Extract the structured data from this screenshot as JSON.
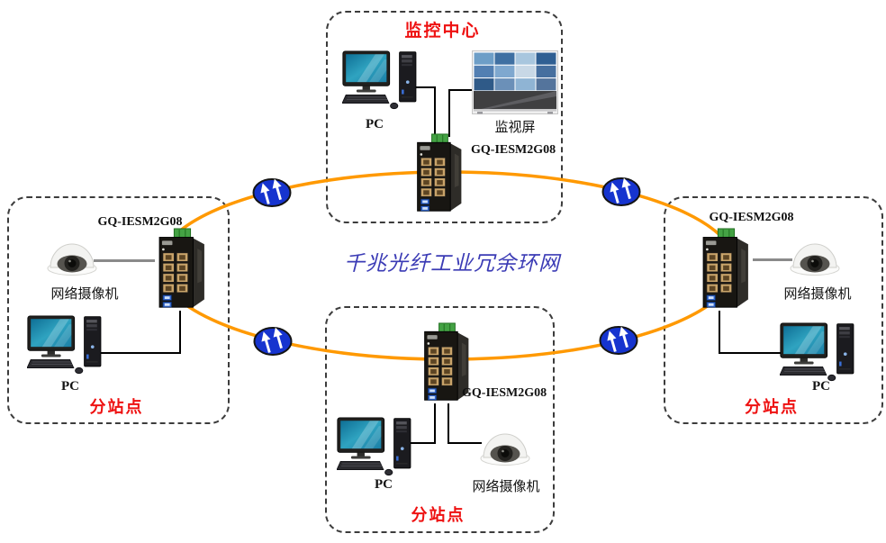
{
  "ring_label": {
    "text": "千兆光纤工业冗余环网",
    "color": "#3B3BB5"
  },
  "ring": {
    "color": "#FF9900",
    "link_icon_color": "#1634CF"
  },
  "monitoring_center": {
    "title": "监控中心",
    "pc_label": "PC",
    "display_wall_label": "监视屏",
    "switch_model": "GQ-IESM2G08"
  },
  "stations": {
    "left": {
      "title": "分站点",
      "switch_model": "GQ-IESM2G08",
      "camera_label": "网络摄像机",
      "pc_label": "PC"
    },
    "right": {
      "title": "分站点",
      "switch_model": "GQ-IESM2G08",
      "camera_label": "网络摄像机",
      "pc_label": "PC"
    },
    "bottom": {
      "title": "分站点",
      "switch_model": "GQ-IESM2G08",
      "camera_label": "网络摄像机",
      "pc_label": "PC"
    }
  },
  "colors": {
    "station_title_red": "#EE1111",
    "box_border": "#3C3C3C"
  }
}
